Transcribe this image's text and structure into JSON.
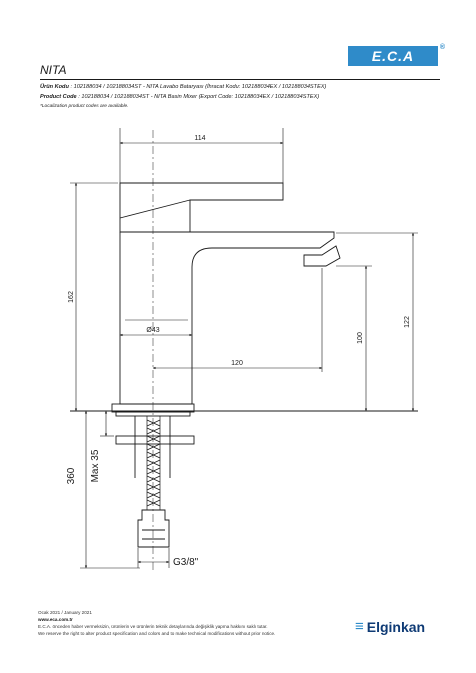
{
  "header": {
    "logo_text": "E.C.A",
    "logo_registered": "®",
    "product_title": "NITA"
  },
  "info": {
    "line1_label": "Ürün Kodu",
    "line1_value": ": 102188034 / 102188034ST - NITA Lavabo Bataryası (İhracat Kodu: 102188034EX / 102188034STEX)",
    "line2_label": "Product Code",
    "line2_value": ": 102188034 / 102188034ST - NITA Basin Mixer (Export Code: 102188034EX / 102188034STEX)",
    "line3": "*Localization product codes are available."
  },
  "dimensions": {
    "width_top": "114",
    "height_total": "162",
    "diameter": "Ø43",
    "reach": "120",
    "spout_height": "100",
    "height_122": "122",
    "total_length": "360",
    "max_thickness": "Max 35",
    "thread": "G3/8\""
  },
  "footer": {
    "date": "Ocak 2021 / January 2021",
    "url": "www.eca.com.tr",
    "note_tr": "E.C.A. önceden haber vermeksizin, ürünlerin ve ürünlerin teknik detaylarında değişiklik yapma hakkını saklı tutar.",
    "note_en": "We reserve the right to alter product specification and colors and to make technical modifications without prior notice.",
    "brand": "Elginkan",
    "brand_mark": "≡"
  },
  "colors": {
    "logo_bg": "#2f8bc9",
    "brand_text": "#0f3b75",
    "line": "#1a1a1a"
  }
}
